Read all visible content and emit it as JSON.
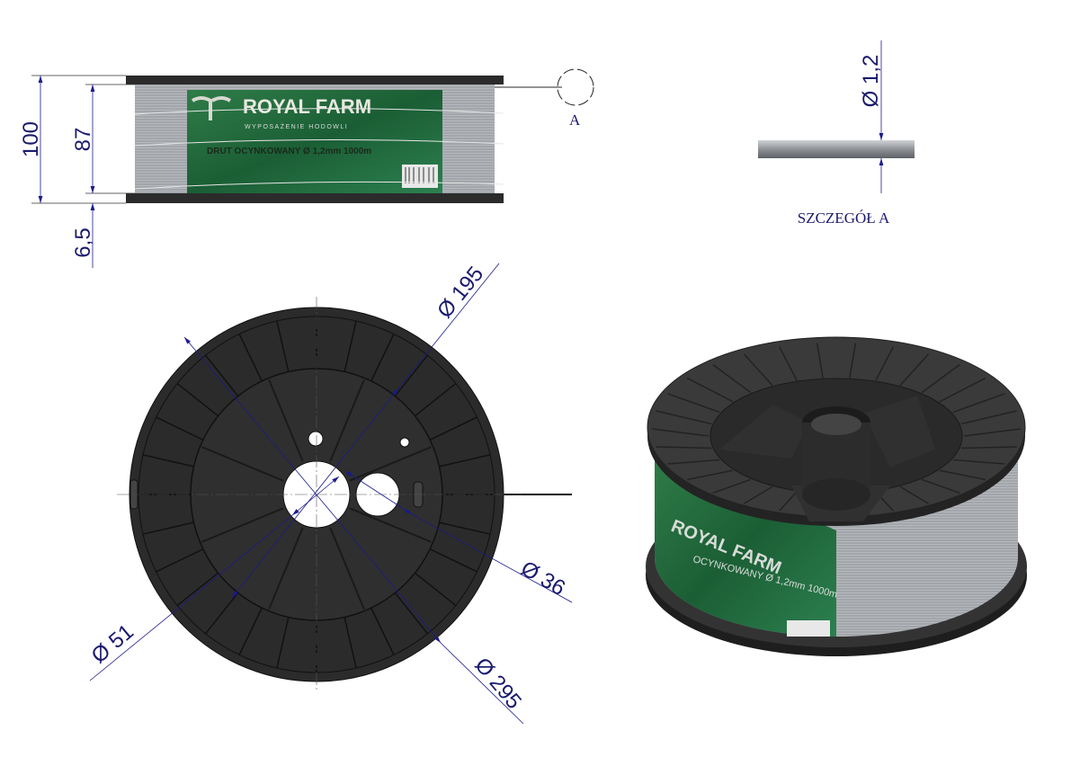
{
  "product": {
    "brand": "ROYAL FARM",
    "tagline": "WYPOSAŻENIE HODOWLI",
    "label_text": "DRUT OCYNKOWANY Ø 1,2mm 1000m",
    "label_text_iso": "OCYNKOWANY Ø 1,2mm 1000m"
  },
  "dimensions": {
    "height_total": "100",
    "height_inner": "87",
    "flange_thickness": "6,5",
    "d_inner_flange": "Ø 195",
    "d_outer": "Ø 295",
    "d_hole": "Ø 36",
    "d_hub": "Ø 51",
    "d_wire": "Ø 1,2"
  },
  "detail": {
    "marker": "A",
    "caption": "SZCZEGÓŁ A"
  },
  "colors": {
    "spool": "#2b2b2b",
    "label_green": "#1f6b3a",
    "wire": "#a9adb2",
    "dimension": "#1a1a8a"
  }
}
